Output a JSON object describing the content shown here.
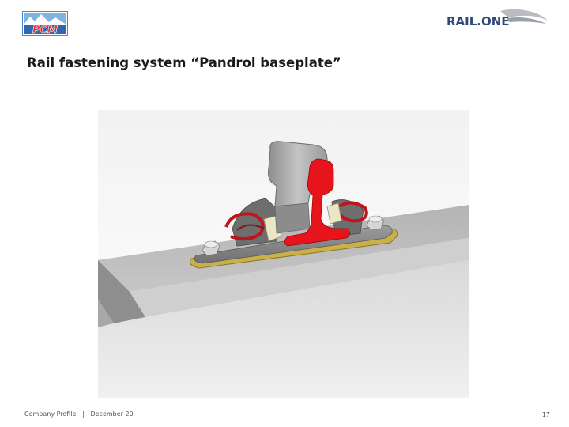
{
  "header": {
    "left_logo_text": "PCM",
    "right_logo_text": "RAIL.ONE"
  },
  "title": "Rail fastening system “Pandrol baseplate”",
  "figure": {
    "icon": "rail-fastening-3d-render"
  },
  "footer": {
    "company": "Company Profile",
    "separator": "|",
    "date": "December 20",
    "page": "17"
  },
  "colors": {
    "rail": "#a9a9a9",
    "rail_web_highlight": "#e8141c",
    "clip": "#c0141c",
    "pad": "#c9b04a",
    "sleeper": "#e2e2e2",
    "brand_blue": "#2d4a7a"
  }
}
